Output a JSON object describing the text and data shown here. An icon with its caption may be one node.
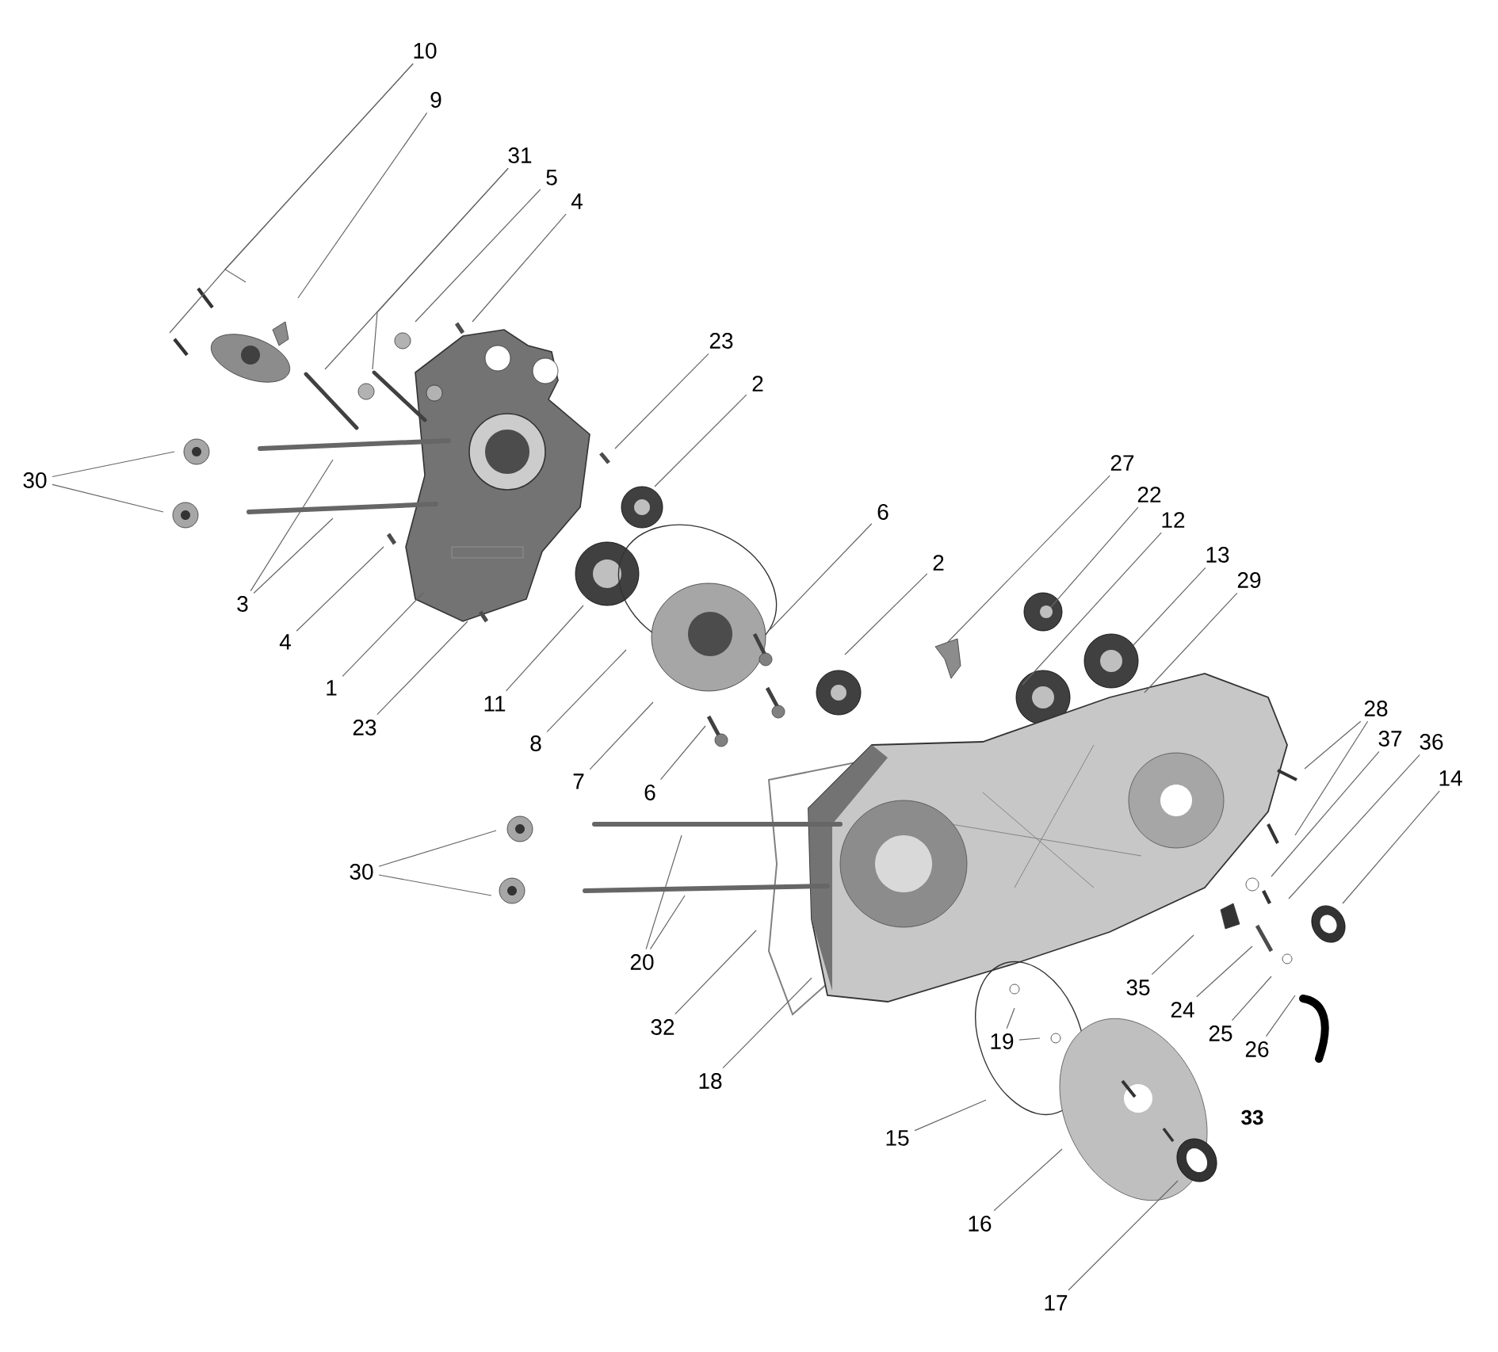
{
  "diagram": {
    "nodes": [
      {
        "text": [
          "10"
        ]
      },
      {
        "text": [
          "9"
        ]
      },
      {
        "text": [
          "31"
        ]
      },
      {
        "text": [
          "5"
        ]
      },
      {
        "text": [
          "4"
        ]
      },
      {
        "text": [
          "23"
        ]
      },
      {
        "text": [
          "2"
        ]
      },
      {
        "text": [
          "27"
        ]
      },
      {
        "text": [
          "30"
        ]
      },
      {
        "text": [
          "22"
        ]
      },
      {
        "text": [
          "6"
        ]
      },
      {
        "text": [
          "12"
        ]
      },
      {
        "text": [
          "13"
        ]
      },
      {
        "text": [
          "2"
        ]
      },
      {
        "text": [
          "29"
        ]
      },
      {
        "text": [
          "3"
        ]
      },
      {
        "text": [
          "4"
        ]
      },
      {
        "text": [
          "1"
        ]
      },
      {
        "text": [
          "11"
        ]
      },
      {
        "text": [
          "28"
        ]
      },
      {
        "text": [
          "23"
        ]
      },
      {
        "text": [
          "37"
        ]
      },
      {
        "text": [
          "36"
        ]
      },
      {
        "text": [
          "8"
        ]
      },
      {
        "text": [
          "14"
        ]
      },
      {
        "text": [
          "7"
        ]
      },
      {
        "text": [
          "6"
        ]
      },
      {
        "text": [
          "30"
        ]
      },
      {
        "text": [
          "20"
        ]
      },
      {
        "text": [
          "35"
        ]
      },
      {
        "text": [
          "24"
        ]
      },
      {
        "text": [
          "32"
        ]
      },
      {
        "text": [
          "25"
        ]
      },
      {
        "text": [
          "19"
        ]
      },
      {
        "text": [
          "26"
        ]
      },
      {
        "text": [
          "18"
        ]
      },
      {
        "text": [
          "15"
        ]
      },
      {
        "text": [
          "16"
        ]
      },
      {
        "text": [
          "17"
        ]
      }
    ],
    "edges": [
      {
        "from": 0,
        "to": null,
        "arrow": "none"
      },
      {
        "from": 0,
        "to": null,
        "arrow": "none"
      },
      {
        "from": 1,
        "to": null,
        "arrow": "none"
      },
      {
        "from": 2,
        "to": null,
        "arrow": "none"
      },
      {
        "from": 2,
        "to": null,
        "arrow": "none"
      },
      {
        "from": 3,
        "to": null,
        "arrow": "none"
      },
      {
        "from": 4,
        "to": null,
        "arrow": "none"
      },
      {
        "from": 5,
        "to": null,
        "arrow": "none"
      },
      {
        "from": 6,
        "to": null,
        "arrow": "none"
      },
      {
        "from": 7,
        "to": null,
        "arrow": "none"
      },
      {
        "from": 8,
        "to": null,
        "arrow": "none"
      },
      {
        "from": 8,
        "to": null,
        "arrow": "none"
      },
      {
        "from": 9,
        "to": null,
        "arrow": "none"
      },
      {
        "from": 10,
        "to": null,
        "arrow": "none"
      },
      {
        "from": 11,
        "to": null,
        "arrow": "none"
      },
      {
        "from": 12,
        "to": null,
        "arrow": "none"
      },
      {
        "from": 13,
        "to": null,
        "arrow": "none"
      },
      {
        "from": 14,
        "to": null,
        "arrow": "none"
      },
      {
        "from": 15,
        "to": null,
        "arrow": "none"
      },
      {
        "from": 15,
        "to": null,
        "arrow": "none"
      },
      {
        "from": 16,
        "to": null,
        "arrow": "none"
      },
      {
        "from": 17,
        "to": null,
        "arrow": "none"
      },
      {
        "from": 18,
        "to": null,
        "arrow": "none"
      },
      {
        "from": 19,
        "to": null,
        "arrow": "none"
      },
      {
        "from": 19,
        "to": null,
        "arrow": "none"
      },
      {
        "from": 20,
        "to": null,
        "arrow": "none"
      },
      {
        "from": 21,
        "to": null,
        "arrow": "none"
      },
      {
        "from": 22,
        "to": null,
        "arrow": "none"
      },
      {
        "from": 23,
        "to": null,
        "arrow": "none"
      },
      {
        "from": 24,
        "to": null,
        "arrow": "none"
      },
      {
        "from": 25,
        "to": null,
        "arrow": "none"
      },
      {
        "from": 26,
        "to": null,
        "arrow": "none"
      },
      {
        "from": 27,
        "to": null,
        "arrow": "none"
      },
      {
        "from": 27,
        "to": null,
        "arrow": "none"
      },
      {
        "from": 28,
        "to": null,
        "arrow": "none"
      },
      {
        "from": 28,
        "to": null,
        "arrow": "none"
      },
      {
        "from": 29,
        "to": null,
        "arrow": "none"
      },
      {
        "from": 30,
        "to": null,
        "arrow": "none"
      },
      {
        "from": 31,
        "to": null,
        "arrow": "none"
      },
      {
        "from": 32,
        "to": null,
        "arrow": "none"
      },
      {
        "from": 33,
        "to": null,
        "arrow": "none"
      },
      {
        "from": 33,
        "to": null,
        "arrow": "none"
      },
      {
        "from": 34,
        "to": null,
        "arrow": "none"
      },
      {
        "from": 35,
        "to": null,
        "arrow": "none"
      },
      {
        "from": 36,
        "to": null,
        "arrow": "none"
      },
      {
        "from": 37,
        "to": null,
        "arrow": "none"
      },
      {
        "from": 38,
        "to": null,
        "arrow": "none"
      }
    ],
    "labels": [
      "33"
    ]
  }
}
